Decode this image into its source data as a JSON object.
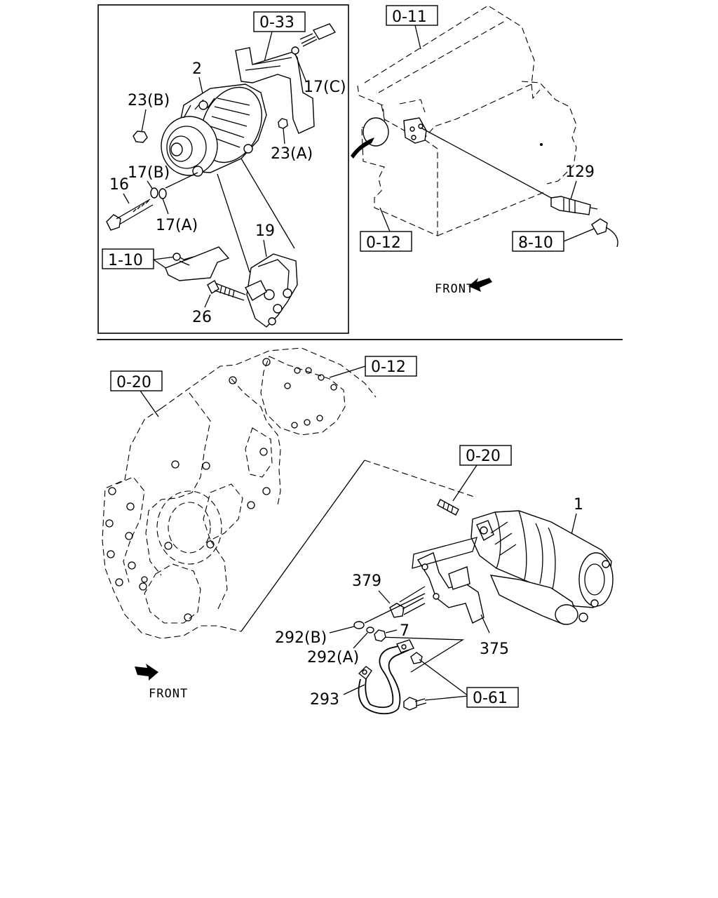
{
  "upper_inset": {
    "refs": {
      "compressor_bracket": "0-33",
      "bracket_group": "1-10"
    },
    "parts": {
      "compressor": "2",
      "nut_b": "23(B)",
      "washer_c": "17(C)",
      "nut_a": "23(A)",
      "washer_b": "17(B)",
      "bolt": "16",
      "washer_a": "17(A)",
      "mount": "19",
      "stud": "26"
    }
  },
  "upper_right": {
    "refs": {
      "head": "0-11",
      "block": "0-12",
      "harness": "8-10"
    },
    "parts": {
      "sensor": "129"
    },
    "front_label": "FRONT"
  },
  "lower": {
    "refs": {
      "block": "0-12",
      "flywheel_housing": "0-20",
      "starter_ref": "0-20",
      "bolts": "0-61"
    },
    "parts": {
      "starter": "1",
      "bolt": "379",
      "washer_b": "292(B)",
      "nut": "7",
      "washer_a": "292(A)",
      "bracket": "375",
      "cable": "293"
    },
    "front_label": "FRONT"
  },
  "icons": [
    "front-arrow-icon",
    "front-arrow-icon"
  ]
}
